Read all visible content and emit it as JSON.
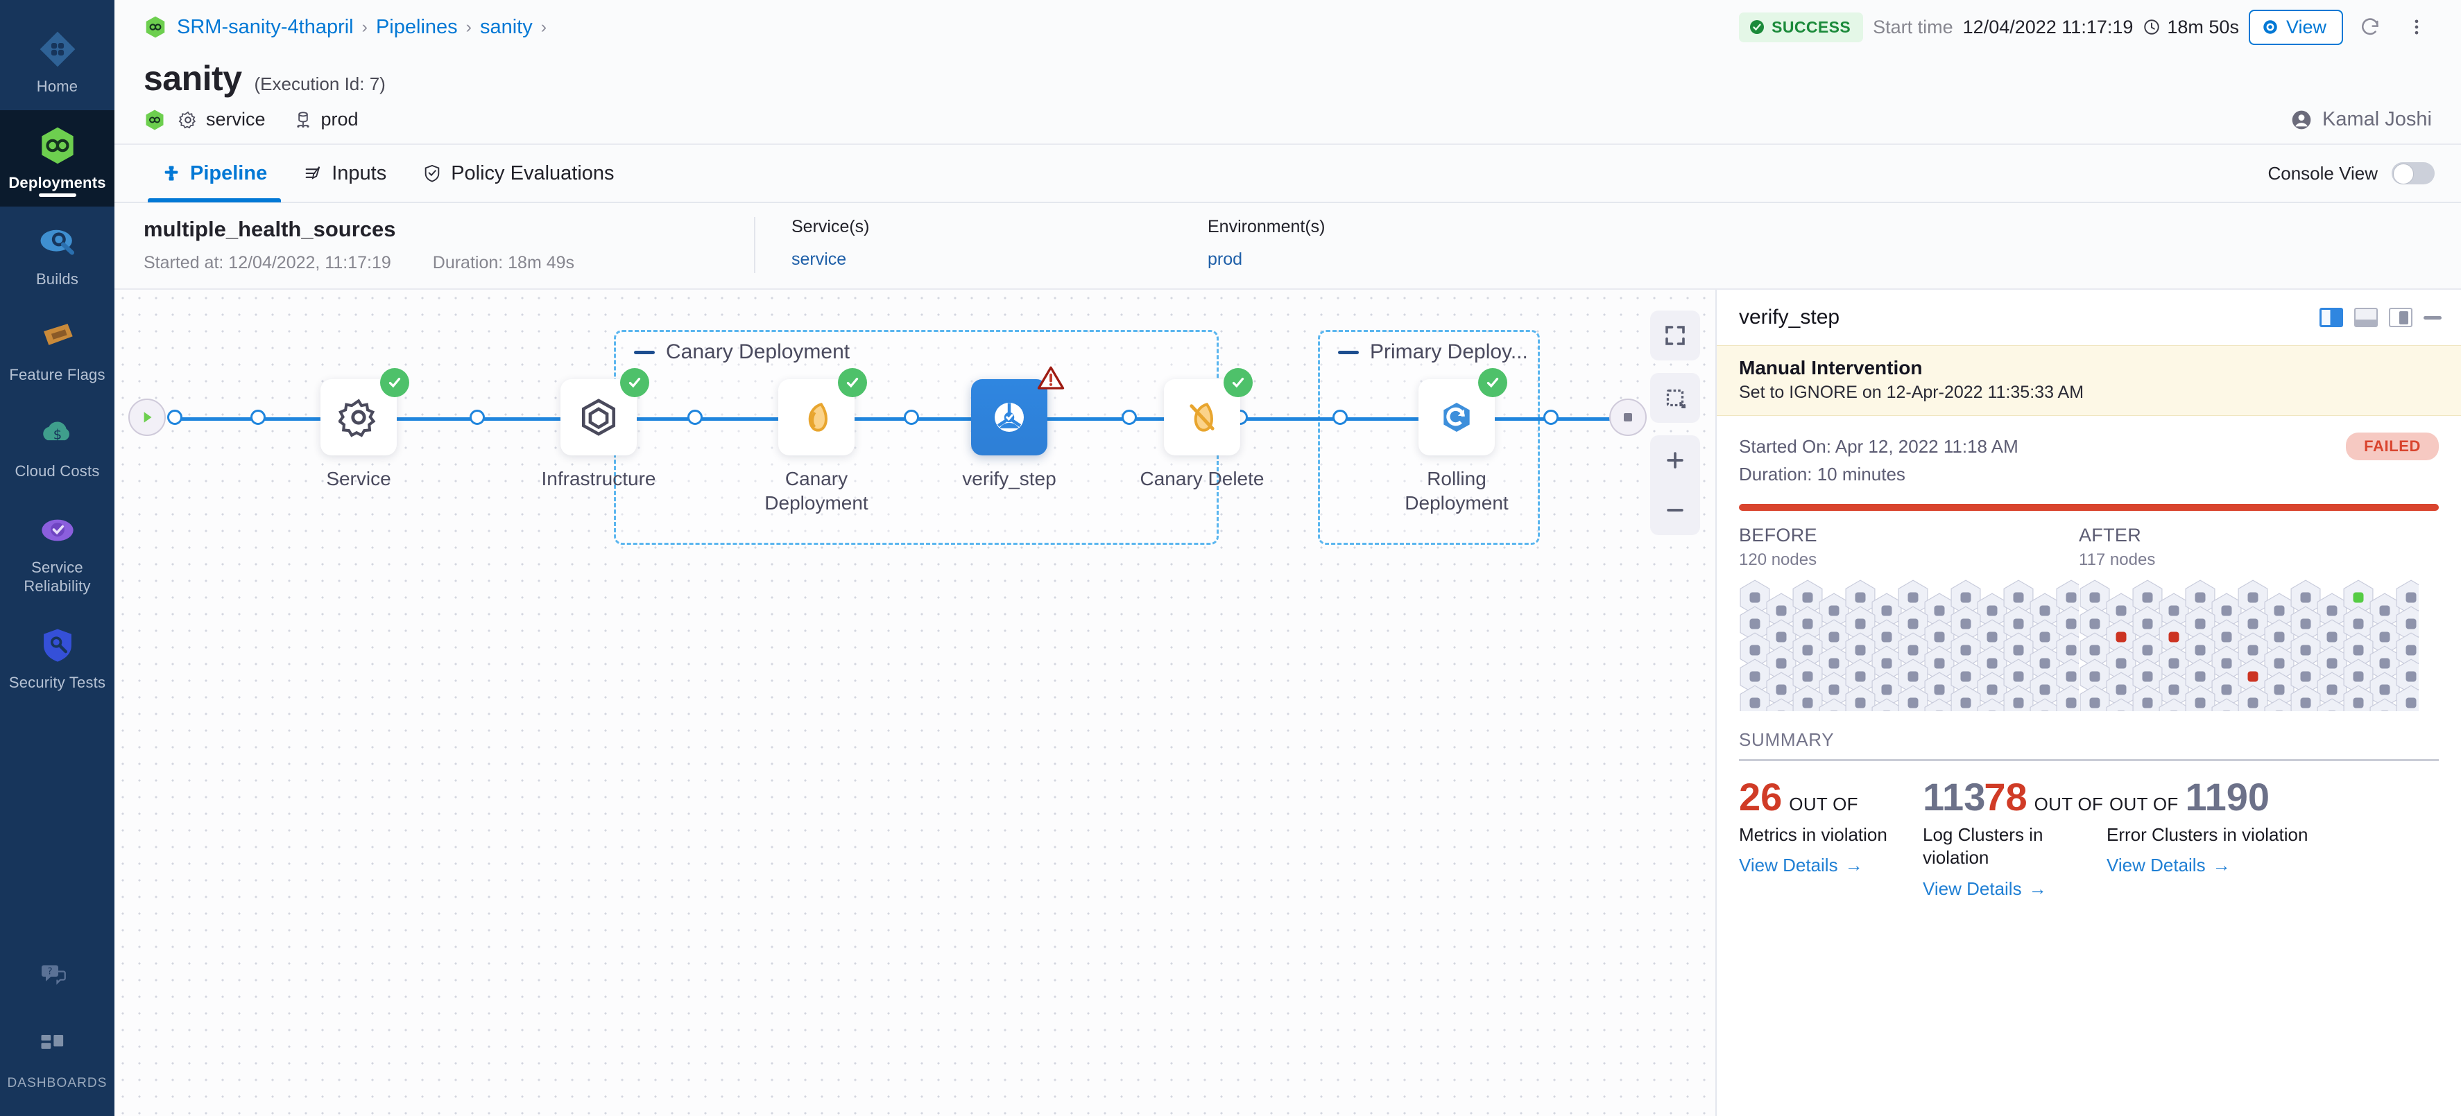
{
  "leftnav": {
    "items": [
      {
        "id": "home",
        "label": "Home",
        "icon": "home-grid-icon",
        "active": false
      },
      {
        "id": "deployments",
        "label": "Deployments",
        "icon": "harness-infinity-icon",
        "active": true
      },
      {
        "id": "builds",
        "label": "Builds",
        "icon": "builds-icon",
        "active": false
      },
      {
        "id": "feature-flags",
        "label": "Feature Flags",
        "icon": "feature-flags-icon",
        "active": false
      },
      {
        "id": "cloud-costs",
        "label": "Cloud Costs",
        "icon": "cloud-cost-icon",
        "active": false
      },
      {
        "id": "service-reliability",
        "label": "Service Reliability",
        "icon": "service-reliability-icon",
        "active": false
      },
      {
        "id": "security-tests",
        "label": "Security Tests",
        "icon": "security-shield-icon",
        "active": false
      }
    ],
    "help_icon": "help-chat-icon",
    "dashboards_label": "DASHBOARDS",
    "dashboards_icon": "dashboards-grid-icon"
  },
  "breadcrumb": {
    "project_icon": "harness-infinity-icon",
    "items": [
      "SRM-sanity-4thapril",
      "Pipelines",
      "sanity"
    ],
    "separator": "›"
  },
  "header": {
    "status": "SUCCESS",
    "status_icon": "check-circle-icon",
    "start_time_label": "Start time",
    "start_time_value": "12/04/2022 11:17:19",
    "duration_icon": "clock-icon",
    "duration": "18m 50s",
    "view_label": "View",
    "view_icon": "eye-icon",
    "refresh_icon": "refresh-icon",
    "more_icon": "more-vertical-icon",
    "accent": "#0278d5",
    "success_color": "#1b8a3a"
  },
  "title": {
    "name": "sanity",
    "execution": "(Execution Id: 7)"
  },
  "subheader": {
    "pipeline_icon": "harness-infinity-icon",
    "service_icon": "gear-icon",
    "service": "service",
    "environment_icon": "environment-icon",
    "environment": "prod",
    "user_icon": "user-avatar-icon",
    "user": "Kamal Joshi"
  },
  "tabs": {
    "items": [
      {
        "id": "pipeline",
        "label": "Pipeline",
        "icon": "pipeline-icon",
        "active": true
      },
      {
        "id": "inputs",
        "label": "Inputs",
        "icon": "inputs-icon",
        "active": false
      },
      {
        "id": "policy-evaluations",
        "label": "Policy Evaluations",
        "icon": "shield-check-icon",
        "active": false
      }
    ],
    "console_view_label": "Console View",
    "console_view_on": false
  },
  "exec_summary": {
    "name": "multiple_health_sources",
    "started_label": "Started at: 12/04/2022, 11:17:19",
    "duration_label": "Duration: 18m 49s",
    "services_header": "Service(s)",
    "services_value": "service",
    "environments_header": "Environment(s)",
    "environments_value": "prod"
  },
  "pipeline": {
    "start_icon": "play-icon",
    "end_icon": "stop-icon",
    "groups": [
      {
        "id": "canary-deployment",
        "label": "Canary Deployment",
        "collapse_icon": "collapse-dash-icon"
      },
      {
        "id": "primary-deployment",
        "label": "Primary Deploy...",
        "collapse_icon": "collapse-dash-icon"
      }
    ],
    "nodes": [
      {
        "id": "service",
        "label": "Service",
        "icon": "gear-icon",
        "status": "success",
        "selected": false
      },
      {
        "id": "infrastructure",
        "label": "Infrastructure",
        "icon": "hexagon-infra-icon",
        "status": "success",
        "selected": false
      },
      {
        "id": "canary-deployment-step",
        "label": "Canary Deployment",
        "icon": "canary-icon",
        "status": "success",
        "selected": false
      },
      {
        "id": "verify-step",
        "label": "verify_step",
        "icon": "verify-icon",
        "status": "warning",
        "selected": true
      },
      {
        "id": "canary-delete",
        "label": "Canary Delete",
        "icon": "canary-delete-icon",
        "status": "success",
        "selected": false
      },
      {
        "id": "rolling-deployment",
        "label": "Rolling Deployment",
        "icon": "rolling-icon",
        "status": "success",
        "selected": false
      }
    ],
    "controls": [
      {
        "id": "fit-screen",
        "icon": "fit-screen-icon"
      },
      {
        "id": "select-area",
        "icon": "select-area-icon"
      },
      {
        "id": "zoom-in",
        "icon": "plus-icon"
      },
      {
        "id": "zoom-out",
        "icon": "minus-icon"
      }
    ]
  },
  "detail_panel": {
    "title": "verify_step",
    "panel_icons": [
      "split-view-icon",
      "bottom-view-icon",
      "right-view-icon",
      "minimize-icon"
    ],
    "manual_intervention": {
      "title": "Manual Intervention",
      "subtitle": "Set to IGNORE on 12-Apr-2022 11:35:33 AM"
    },
    "started_on": "Started On: Apr 12, 2022 11:18 AM",
    "duration": "Duration: 10 minutes",
    "status": "FAILED",
    "status_color": "#d9442e",
    "before": {
      "header": "BEFORE",
      "nodes": "120 nodes"
    },
    "after": {
      "header": "AFTER",
      "nodes": "117 nodes"
    },
    "summary_header": "SUMMARY",
    "metrics": [
      {
        "id": "metrics-in-violation",
        "value": "26",
        "value_color": "red",
        "out_of_label": "OUT OF",
        "total": "113",
        "total_color": "grey",
        "text": "Metrics in violation",
        "link": "View Details",
        "link_arrow": "→"
      },
      {
        "id": "log-clusters-in-violation",
        "value": "78",
        "value_color": "red",
        "out_of_label": "OUT OF",
        "total": "119",
        "total_color": "grey",
        "text": "Log Clusters in violation",
        "link": "View Details",
        "link_arrow": "→"
      },
      {
        "id": "error-clusters-in-violation",
        "value": "0",
        "value_color": "grey",
        "out_of_label": "OUT OF",
        "total": "0",
        "total_color": "grey",
        "text": "Error Clusters in violation",
        "link": "View Details",
        "link_arrow": "→"
      }
    ]
  },
  "hex_grid": {
    "before_rows": 5,
    "before_cols": 13,
    "after_rows": 5,
    "after_cols": 13,
    "after_highlights": [
      {
        "row": 0,
        "col": 10,
        "color": "green"
      },
      {
        "row": 1,
        "col": 1,
        "color": "red"
      },
      {
        "row": 1,
        "col": 3,
        "color": "red"
      },
      {
        "row": 3,
        "col": 6,
        "color": "red"
      }
    ]
  }
}
